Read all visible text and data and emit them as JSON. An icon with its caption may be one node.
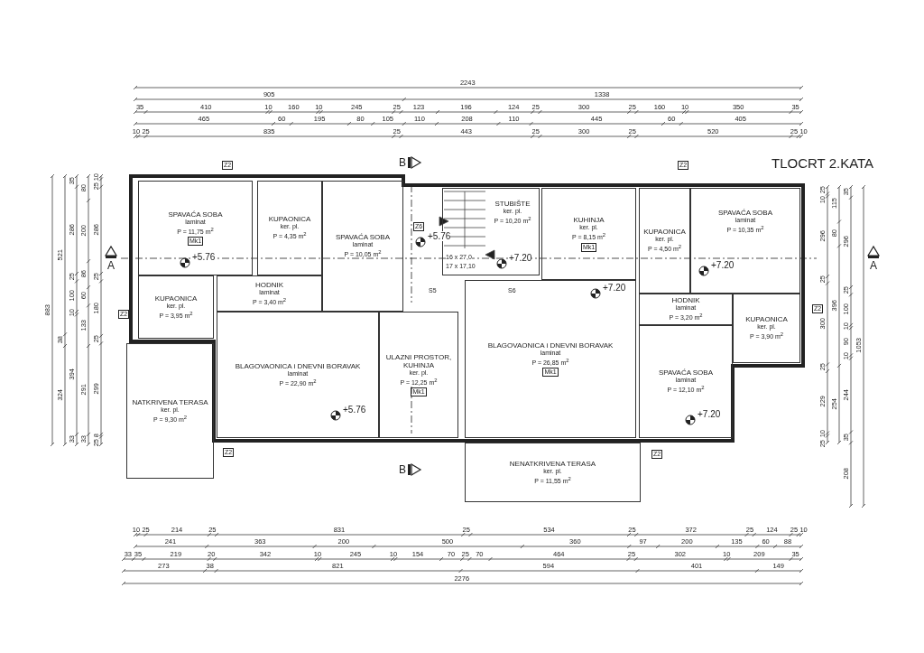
{
  "diagram": {
    "title": "TLOCRT 2.KATA",
    "nodes": [
      {
        "text": [
          "SPAVAĆA SOBA",
          "laminat",
          "P = 11,75 m$^{2}$",
          "Mk1"
        ]
      },
      {
        "text": [
          "KUPAONICA",
          "ker. pl.",
          "P = 4,35 m$^{2}$"
        ]
      },
      {
        "text": [
          "SPAVAĆA SOBA",
          "laminat",
          "P = 10,05 m$^{2}$"
        ]
      },
      {
        "text": [
          "KUPAONICA",
          "ker. pl.",
          "P = 3,95 m$^{2}$"
        ]
      },
      {
        "text": [
          "HODNIK",
          "laminat",
          "P = 3,40 m$^{2}$"
        ]
      },
      {
        "text": [
          "NATKRIVENA TERASA",
          "ker. pl.",
          "P = 9,30 m$^{2}$"
        ]
      },
      {
        "text": [
          "BLAGOVAONICA i DNEVNI BORAVAK",
          "laminat",
          "P = 22,90 m$^{2}$"
        ]
      },
      {
        "text": [
          "ULAZNI PROSTOR, KUHINJA",
          "ker. pl.",
          "P = 12,25 m$^{2}$",
          "Mk1"
        ]
      },
      {
        "text": [
          "STUBIŠTE",
          "ker. pl.",
          "P = 10,20 m$^{2}$"
        ]
      },
      {
        "text": [
          "KUHINJA",
          "ker. pl.",
          "P = 8,15 m$^{2}$",
          "Mk1"
        ]
      },
      {
        "text": [
          "KUPAONICA",
          "ker. pl.",
          "P = 4,50 m$^{2}$"
        ]
      },
      {
        "text": [
          "SPAVAĆA SOBA",
          "laminat",
          "P = 10,35 m$^{2}$"
        ]
      },
      {
        "text": [
          "HODNIK",
          "laminat",
          "P = 3,20 m$^{2}$"
        ]
      },
      {
        "text": [
          "KUPAONICA",
          "ker. pl.",
          "P = 3,90 m$^{2}$"
        ]
      },
      {
        "text": [
          "BLAGOVAONICA i DNEVNI BORAVAK",
          "laminat",
          "P = 26,85 m$^{2}$",
          "Mk1"
        ]
      },
      {
        "text": [
          "SPAVAĆA SOBA",
          "laminat",
          "P = 12,10 m$^{2}$"
        ]
      },
      {
        "text": [
          "NENATKRIVENA TERASA",
          "ker. pl.",
          "P = 11,55 m$^{2}$"
        ]
      }
    ],
    "labels": [
      "2243",
      "905",
      "1338",
      "35",
      "410",
      "10",
      "160",
      "10",
      "245",
      "25",
      "123",
      "196",
      "124",
      "25",
      "300",
      "25",
      "160",
      "10",
      "350",
      "35",
      "465",
      "60",
      "195",
      "80",
      "105",
      "110",
      "208",
      "110",
      "445",
      "60",
      "405",
      "10",
      "25",
      "835",
      "25",
      "443",
      "25",
      "300",
      "25",
      "520",
      "25",
      "10",
      "883",
      "521",
      "38",
      "324",
      "35",
      "286",
      "25",
      "100",
      "10",
      "394",
      "33",
      "80",
      "200",
      "86",
      "60",
      "133",
      "291",
      "33",
      "10",
      "25",
      "286",
      "25",
      "180",
      "25",
      "299",
      "8",
      "25",
      "25",
      "10",
      "296",
      "25",
      "300",
      "25",
      "229",
      "10",
      "25",
      "115",
      "80",
      "396",
      "254",
      "35",
      "296",
      "25",
      "100",
      "10",
      "90",
      "10",
      "244",
      "35",
      "208",
      "1053",
      "10",
      "25",
      "214",
      "25",
      "831",
      "25",
      "534",
      "25",
      "372",
      "25",
      "124",
      "25",
      "10",
      "241",
      "363",
      "200",
      "500",
      "360",
      "97",
      "200",
      "135",
      "60",
      "88",
      "33",
      "35",
      "219",
      "20",
      "342",
      "10",
      "245",
      "10",
      "154",
      "70",
      "25",
      "70",
      "464",
      "25",
      "302",
      "10",
      "209",
      "35",
      "273",
      "38",
      "821",
      "594",
      "401",
      "149",
      "2276",
      "+5.76",
      "+5.76",
      "+5.76",
      "+7.20",
      "+7.20",
      "+7.20",
      "+7.20",
      "A",
      "A",
      "B",
      "B",
      "16 x 27,0",
      "17 x 17,10",
      "S5",
      "S6",
      "Z2",
      "Z2",
      "Z2",
      "Z2",
      "Z2",
      "Z2",
      "Z6"
    ]
  }
}
